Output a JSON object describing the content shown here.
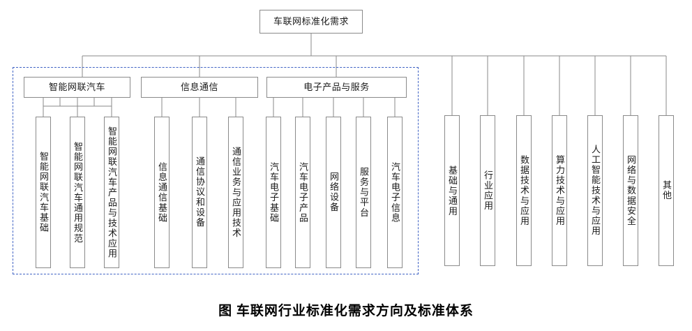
{
  "diagram": {
    "root": {
      "label": "车联网标准化需求"
    },
    "grouped_region": {
      "name": "dashed-grouping-boundary",
      "color": "#3f62c4",
      "style": "dashed"
    },
    "categories": [
      {
        "label": "智能网联汽车",
        "children": [
          {
            "label": "智能网联汽车基础"
          },
          {
            "label": "智能网联汽车通用规范"
          },
          {
            "label": "智能网联汽车产品与技术应用"
          }
        ]
      },
      {
        "label": "信息通信",
        "children": [
          {
            "label": "信息通信基础"
          },
          {
            "label": "通信协议和设备"
          },
          {
            "label": "通信业务与应用技术"
          }
        ]
      },
      {
        "label": "电子产品与服务",
        "children": [
          {
            "label": "汽车电子基础"
          },
          {
            "label": "汽车电子产品"
          },
          {
            "label": "网络设备"
          },
          {
            "label": "服务与平台"
          },
          {
            "label": "汽车电子信息"
          }
        ]
      }
    ],
    "direct_branches": [
      {
        "label": "基础与通用"
      },
      {
        "label": "行业应用"
      },
      {
        "label": "数据技术与应用"
      },
      {
        "label": "算力技术与应用"
      },
      {
        "label": "人工智能技术与应用"
      },
      {
        "label": "网络与数据安全"
      },
      {
        "label": "其他"
      }
    ],
    "caption": "图 车联网行业标准化需求方向及标准体系"
  }
}
